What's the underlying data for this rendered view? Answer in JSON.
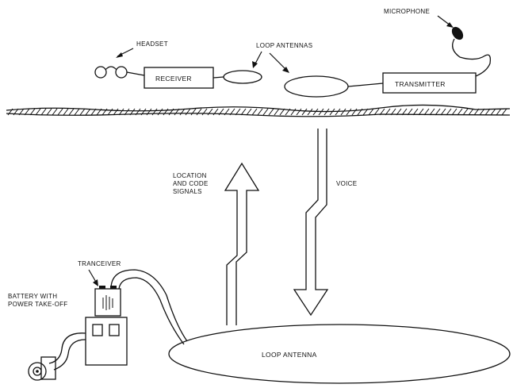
{
  "diagram": {
    "labels": {
      "headset": "HEADSET",
      "receiver": "RECEIVER",
      "loop_antennas": "LOOP ANTENNAS",
      "microphone": "MICROPHONE",
      "transmitter": "TRANSMITTER",
      "location_line1": "LOCATION",
      "location_line2": "AND CODE",
      "location_line3": "SIGNALS",
      "voice": "VOICE",
      "tranceiver": "TRANCEIVER",
      "battery_line1": "BATTERY WITH",
      "battery_line2": "POWER TAKE-OFF",
      "loop_antenna": "LOOP ANTENNA"
    },
    "icons": {
      "headset": "headset-icon",
      "microphone": "microphone-icon",
      "ground": "ground-hatch",
      "up_arrow": "lightning-arrow-up",
      "down_arrow": "lightning-arrow-down",
      "tranceiver": "tranceiver-box",
      "battery": "battery-box",
      "reel": "cable-reel-icon"
    },
    "colors": {
      "ink": "#111111",
      "background": "#ffffff"
    }
  }
}
